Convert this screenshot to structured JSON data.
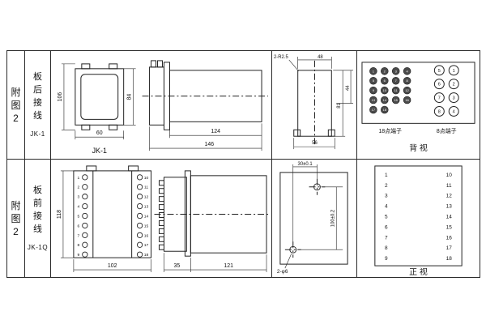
{
  "table": {
    "row1": {
      "fig": {
        "chars": [
          "附",
          "图",
          "2"
        ]
      },
      "wiring": {
        "chars": [
          "板",
          "后",
          "接",
          "线"
        ],
        "model": "JK-1"
      },
      "front": {
        "h_total": "106",
        "h_body": "84",
        "w": "60",
        "caption": "JK-1"
      },
      "side": {
        "d_body": "124",
        "d_total": "146"
      },
      "cutout": {
        "note": "2-R2.5",
        "w_top": "48",
        "w_bottom": "56",
        "h_main": "81",
        "h_aux": "44"
      },
      "terminal": {
        "label_18": "18点端子",
        "label_8": "8点端子",
        "caption": "背  视",
        "points18": [
          "1",
          "2",
          "3",
          "4",
          "5",
          "6",
          "7",
          "8",
          "9",
          "10",
          "11",
          "12",
          "13",
          "14",
          "15",
          "16",
          "17",
          "18"
        ],
        "points8": [
          "5",
          "1",
          "6",
          "2",
          "7",
          "3",
          "8",
          "4"
        ]
      }
    },
    "row2": {
      "fig": {
        "chars": [
          "附",
          "图",
          "2"
        ]
      },
      "wiring": {
        "chars": [
          "板",
          "前",
          "接",
          "线"
        ],
        "model": "JK-1Q"
      },
      "front": {
        "h": "118",
        "w": "102",
        "left": [
          "1",
          "2",
          "3",
          "4",
          "5",
          "6",
          "7",
          "8",
          "9"
        ],
        "right": [
          "10",
          "11",
          "12",
          "13",
          "14",
          "15",
          "16",
          "17",
          "18"
        ]
      },
      "side": {
        "d_front": "35",
        "d_body": "121"
      },
      "drill": {
        "dx": "30±0.1",
        "dy": "100±0.2",
        "note": "2-φ6"
      },
      "terminal": {
        "left": [
          "1",
          "2",
          "3",
          "4",
          "5",
          "6",
          "7",
          "8",
          "9"
        ],
        "right": [
          "10",
          "11",
          "12",
          "13",
          "14",
          "15",
          "16",
          "17",
          "18"
        ],
        "caption": "正  视"
      }
    }
  }
}
